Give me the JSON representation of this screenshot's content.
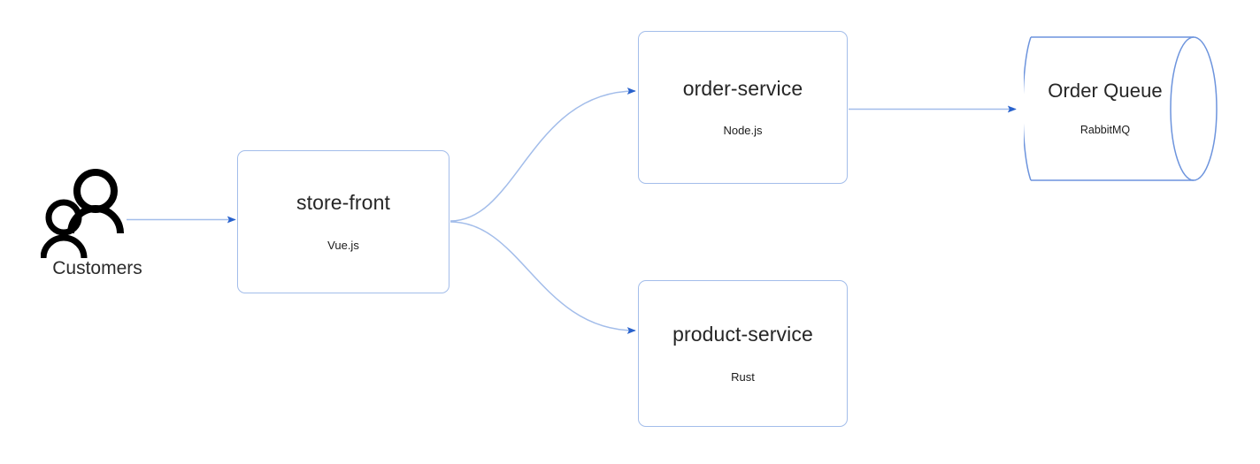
{
  "diagram": {
    "type": "architecture-flow",
    "background_color": "#ffffff",
    "edge_color": "#a3bdea",
    "arrowhead_color": "#2962cc",
    "node_border_color": "#a3bdea",
    "nodes": [
      {
        "id": "customers",
        "shape": "actor",
        "label": "Customers"
      },
      {
        "id": "store-front",
        "shape": "rounded-rectangle",
        "title": "store-front",
        "subtitle": "Vue.js"
      },
      {
        "id": "order-service",
        "shape": "rounded-rectangle",
        "title": "order-service",
        "subtitle": "Node.js"
      },
      {
        "id": "product-service",
        "shape": "rounded-rectangle",
        "title": "product-service",
        "subtitle": "Rust"
      },
      {
        "id": "order-queue",
        "shape": "cylinder",
        "title": "Order Queue",
        "subtitle": "RabbitMQ"
      }
    ],
    "edges": [
      {
        "id": "customers-to-store-front",
        "from": "customers",
        "to": "store-front",
        "style": "straight-arrow"
      },
      {
        "id": "store-front-to-order-service",
        "from": "store-front",
        "to": "order-service",
        "style": "curved-arrow"
      },
      {
        "id": "store-front-to-product-service",
        "from": "store-front",
        "to": "product-service",
        "style": "curved-arrow"
      },
      {
        "id": "order-service-to-order-queue",
        "from": "order-service",
        "to": "order-queue",
        "style": "straight-arrow"
      }
    ]
  }
}
